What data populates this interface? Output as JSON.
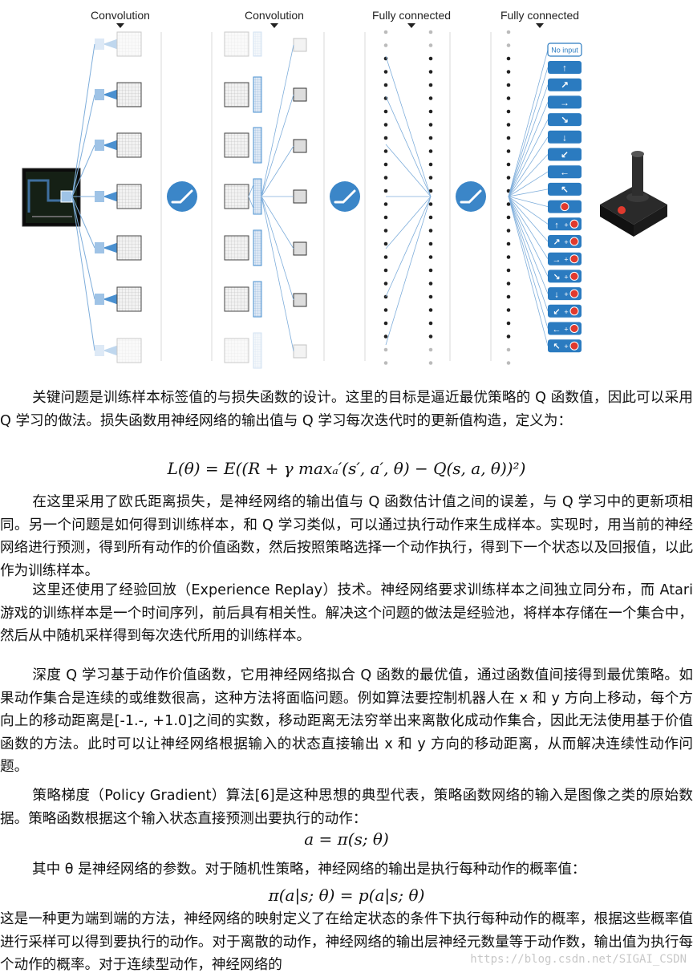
{
  "figure": {
    "layer_labels": [
      "Convolution",
      "Convolution",
      "Fully connected",
      "Fully connected"
    ],
    "actions": {
      "first": "No input",
      "arrows": [
        "↑",
        "↗",
        "→",
        "↘",
        "↓",
        "↙",
        "←",
        "↖"
      ],
      "fire_combo_arrows": [
        "↑",
        "↗",
        "→",
        "↘",
        "↓",
        "↙",
        "←",
        "↖"
      ]
    },
    "colors": {
      "accent": "#4a90d0",
      "button": "#2b7bc0",
      "fire": "#e03a2e"
    }
  },
  "paragraphs": {
    "p1": "关键问题是训练样本标签值的与损失函数的设计。这里的目标是逼近最优策略的 Q 函数值，因此可以采用 Q 学习的做法。损失函数用神经网络的输出值与 Q 学习每次迭代时的更新值构造，定义为：",
    "eq1": "L(θ) = E((R + γ maxₐ′(s′, a′, θ) − Q(s, a, θ))²)",
    "p2": "在这里采用了欧氏距离损失，是神经网络的输出值与 Q 函数估计值之间的误差，与 Q 学习中的更新项相同。另一个问题是如何得到训练样本，和 Q 学习类似，可以通过执行动作来生成样本。实现时，用当前的神经网络进行预测，得到所有动作的价值函数，然后按照策略选择一个动作执行，得到下一个状态以及回报值，以此作为训练样本。",
    "p3": "这里还使用了经验回放（Experience Replay）技术。神经网络要求训练样本之间独立同分布，而 Atari 游戏的训练样本是一个时间序列，前后具有相关性。解决这个问题的做法是经验池，将样本存储在一个集合中，然后从中随机采样得到每次迭代所用的训练样本。",
    "p4": "深度 Q 学习基于动作价值函数，它用神经网络拟合 Q 函数的最优值，通过函数值间接得到最优策略。如果动作集合是连续的或维数很高，这种方法将面临问题。例如算法要控制机器人在 x 和 y 方向上移动，每个方向上的移动距离是[-1.-, +1.0]之间的实数，移动距离无法穷举出来离散化成动作集合，因此无法使用基于价值函数的方法。此时可以让神经网络根据输入的状态直接输出 x 和 y 方向的移动距离，从而解决连续性动作问题。",
    "p5": "策略梯度（Policy Gradient）算法[6]是这种思想的典型代表，策略函数网络的输入是图像之类的原始数据。策略函数根据这个输入状态直接预测出要执行的动作：",
    "eq2": "a = π(s; θ)",
    "p6": "其中 θ 是神经网络的参数。对于随机性策略，神经网络的输出是执行每种动作的概率值：",
    "eq3": "π(a|s; θ) = p(a|s; θ)",
    "p7": "这是一种更为端到端的方法，神经网络的映射定义了在给定状态的条件下执行每种动作的概率，根据这些概率值进行采样可以得到要执行的动作。对于离散的动作，神经网络的输出层神经元数量等于动作数，输出值为执行每个动作的概率。对于连续型动作，神经网络的"
  },
  "watermark": "https://blog.csdn.net/SIGAI_CSDN"
}
